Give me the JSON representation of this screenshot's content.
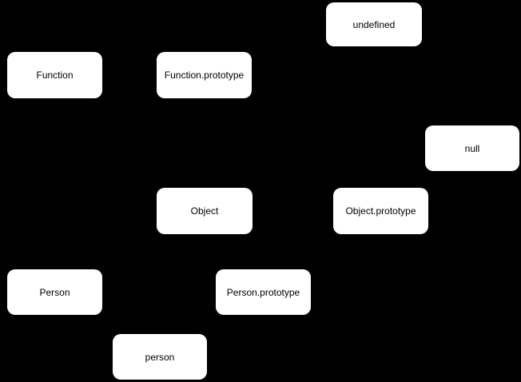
{
  "diagram": {
    "background_color": "#000000",
    "node_fill_color": "#ffffff",
    "node_label_color": "#000000",
    "nodes": [
      {
        "label": "undefined"
      },
      {
        "label": "Function"
      },
      {
        "label": "Function.prototype"
      },
      {
        "label": "null"
      },
      {
        "label": "Object"
      },
      {
        "label": "Object.prototype"
      },
      {
        "label": "Person"
      },
      {
        "label": "Person.prototype"
      },
      {
        "label": "person"
      }
    ]
  }
}
